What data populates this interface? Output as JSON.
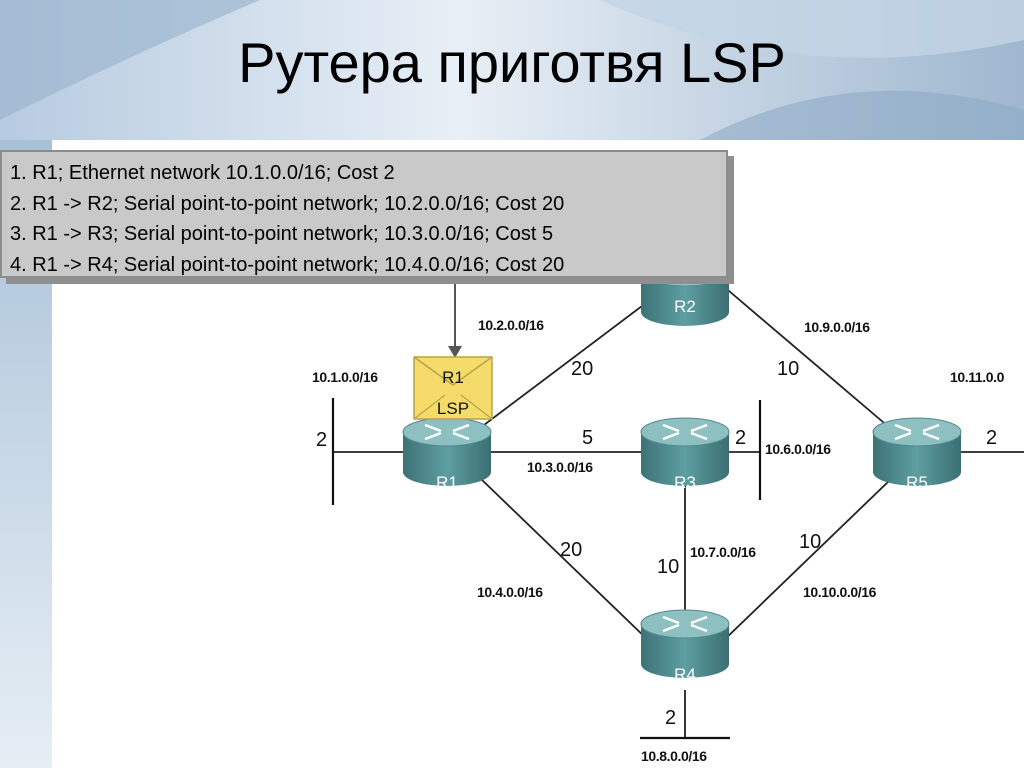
{
  "slide": {
    "title": "Рутера приготвя LSP",
    "lsp_lines": [
      "1. R1; Ethernet network 10.1.0.0/16; Cost 2",
      "2. R1 -> R2; Serial point-to-point network; 10.2.0.0/16; Cost 20",
      "3. R1 -> R3; Serial point-to-point network; 10.3.0.0/16; Cost 5",
      "4. R1 -> R4; Serial point-to-point network; 10.4.0.0/16; Cost 20"
    ]
  },
  "diagram": {
    "routers": {
      "r1": "R1",
      "r2": "R2",
      "r3": "R3",
      "r4": "R4",
      "r5": "R5"
    },
    "lsp_packet": {
      "router": "R1",
      "label": "LSP"
    },
    "networks": {
      "n1": "10.1.0.0/16",
      "n2": "10.2.0.0/16",
      "n3": "10.3.0.0/16",
      "n4": "10.4.0.0/16",
      "n6": "10.6.0.0/16",
      "n7": "10.7.0.0/16",
      "n8": "10.8.0.0/16",
      "n9": "10.9.0.0/16",
      "n10": "10.10.0.0/16",
      "n11": "10.11.0.0"
    },
    "costs": {
      "r1_eth": "2",
      "r1_r2": "20",
      "r2_r5": "10",
      "r1_r3": "5",
      "r3_eth": "2",
      "r5_eth": "2",
      "r1_r4": "20",
      "r3_r4": "10",
      "r4_r5": "10",
      "r4_eth": "2"
    }
  },
  "colors": {
    "router_body": "#4f8a8d",
    "router_top": "#8ec0c2",
    "lsp_envelope": "#f5dc6a",
    "lsp_box": "#c9c9c9"
  }
}
